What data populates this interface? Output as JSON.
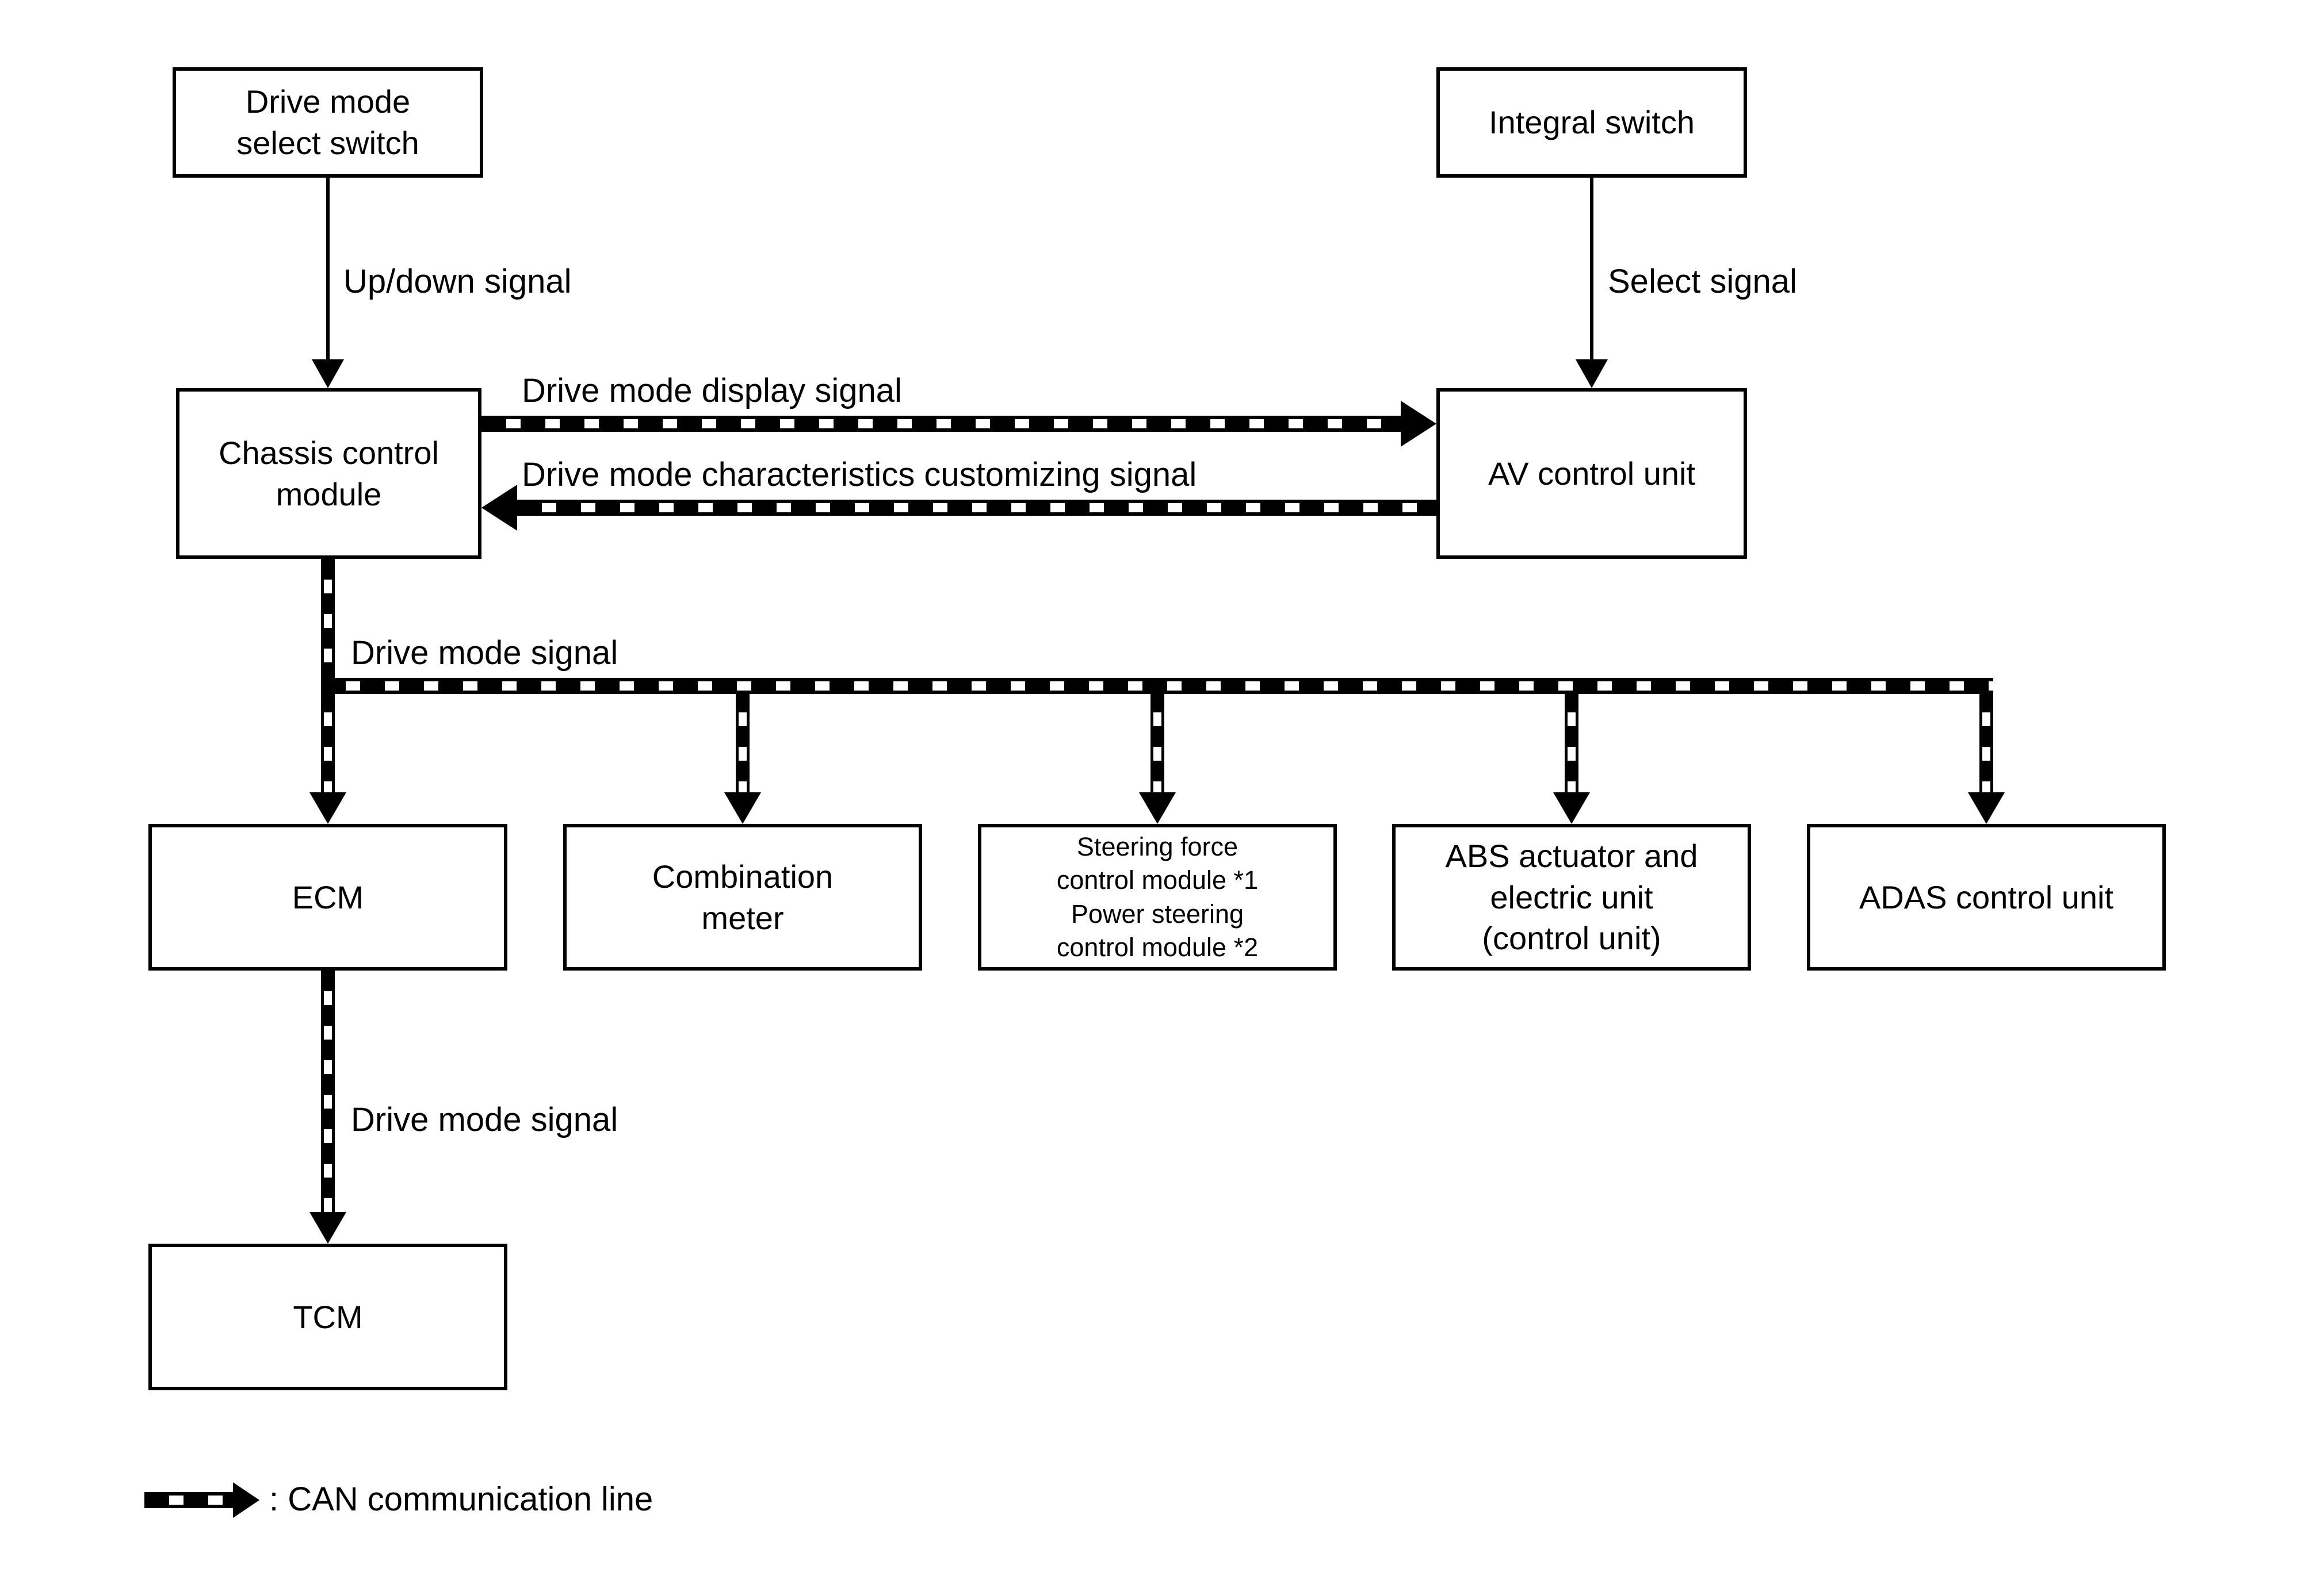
{
  "diagram": {
    "boxes": {
      "drive_mode_select_switch": {
        "lines": [
          "Drive mode",
          "select switch"
        ]
      },
      "integral_switch": {
        "label": "Integral switch"
      },
      "chassis_control_module": {
        "lines": [
          "Chassis control",
          "module"
        ]
      },
      "av_control_unit": {
        "label": "AV control unit"
      },
      "ecm": {
        "label": "ECM"
      },
      "combination_meter": {
        "lines": [
          "Combination",
          "meter"
        ]
      },
      "steering_power": {
        "lines": [
          "Steering force",
          "control module *1",
          "Power steering",
          "control module *2"
        ]
      },
      "abs_actuator": {
        "lines": [
          "ABS actuator and",
          "electric unit",
          "(control unit)"
        ]
      },
      "adas_control_unit": {
        "label": "ADAS control unit"
      },
      "tcm": {
        "label": "TCM"
      }
    },
    "signals": {
      "up_down": "Up/down signal",
      "select": "Select signal",
      "display": "Drive mode display signal",
      "customizing": "Drive mode characteristics customizing signal",
      "drive_mode_branch": "Drive mode signal",
      "drive_mode_tcm": "Drive mode signal"
    },
    "legend": {
      "text": ": CAN communication line"
    },
    "colors": {
      "line": "#000000",
      "background": "#ffffff"
    }
  }
}
